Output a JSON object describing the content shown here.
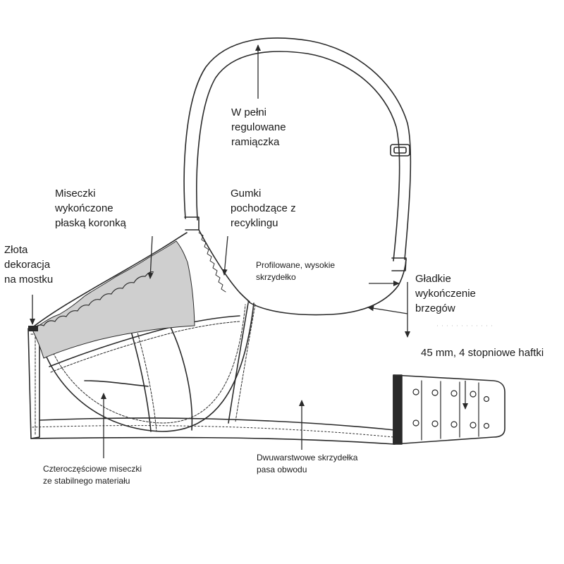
{
  "diagram": {
    "labels": {
      "straps": "W pełni\nregulowane\nramiączka",
      "lace_cups": "Miseczki\nwykończone\npłaską koronką",
      "recycled_elastic": "Gumki\npochodzące z\nrecyklingu",
      "gold_decoration": "Złota\ndekoracja\nna mostku",
      "high_wing": "Profilowane, wysokie\nskrzydełko",
      "smooth_edges": "Gładkie\nwykończenie\nbrzegów",
      "hooks": "45 mm, 4 stopniowe haftki",
      "four_part_cups": "Czteroczęściowe miseczki\nze stabilnego materiału",
      "double_wings": "Dwuwarstwowe skrzydełka\npasa obwodu"
    },
    "colors": {
      "line": "#2a2a2a",
      "lace": "#cfcfcf",
      "background": "#ffffff"
    }
  }
}
